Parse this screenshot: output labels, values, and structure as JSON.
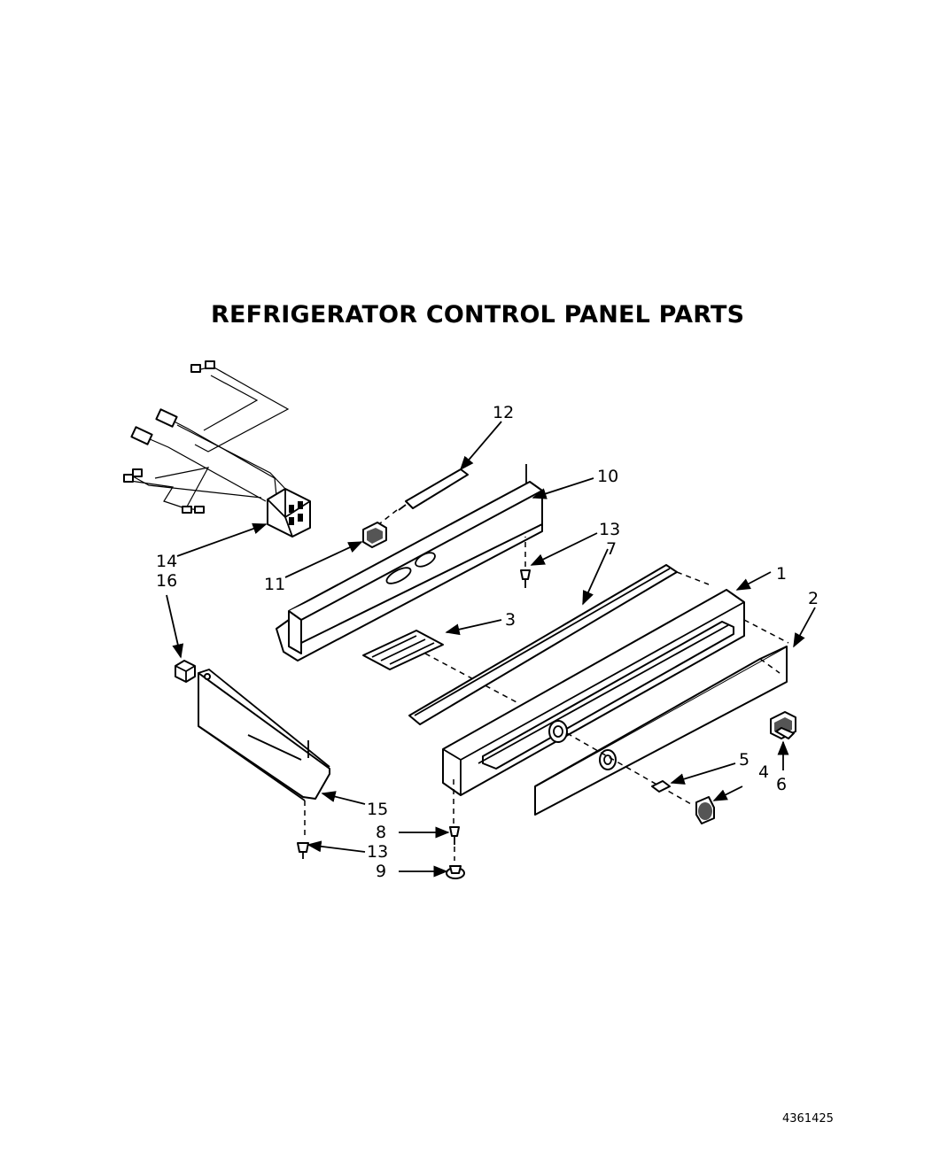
{
  "title": "REFRIGERATOR CONTROL PANEL PARTS",
  "document_number": "4361425",
  "callouts": [
    "1",
    "2",
    "3",
    "4",
    "5",
    "6",
    "7",
    "8",
    "9",
    "10",
    "11",
    "12",
    "13",
    "13",
    "14",
    "16",
    "15"
  ]
}
